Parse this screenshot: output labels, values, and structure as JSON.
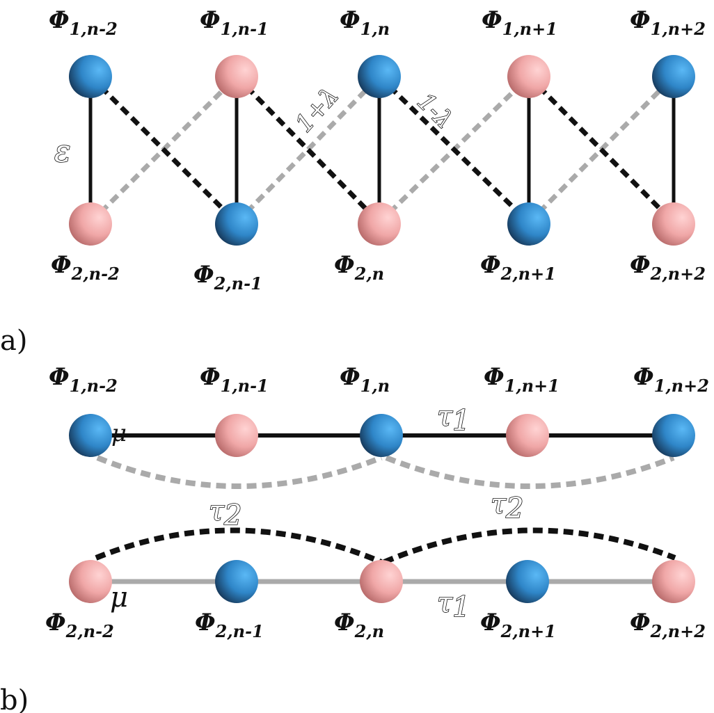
{
  "colors": {
    "blue_node": "#2f86c8",
    "pink_node": "#f0a7a7",
    "black_edge": "#111111",
    "gray_edge": "#aaaaaa"
  },
  "panel_a": {
    "label": "a)",
    "top_labels": [
      {
        "main": "Φ",
        "sub": "1,n-2"
      },
      {
        "main": "Φ",
        "sub": "1,n-1"
      },
      {
        "main": "Φ",
        "sub": "1,n"
      },
      {
        "main": "Φ",
        "sub": "1,n+1"
      },
      {
        "main": "Φ",
        "sub": "1,n+2"
      }
    ],
    "bottom_labels": [
      {
        "main": "Φ",
        "sub": "2,n-2"
      },
      {
        "main": "Φ",
        "sub": "2,n-1"
      },
      {
        "main": "Φ",
        "sub": "2,n"
      },
      {
        "main": "Φ",
        "sub": "2,n+1"
      },
      {
        "main": "Φ",
        "sub": "2,n+2"
      }
    ],
    "top_colors": [
      "blue",
      "pink",
      "blue",
      "pink",
      "blue"
    ],
    "bottom_colors": [
      "pink",
      "blue",
      "pink",
      "blue",
      "pink"
    ],
    "couplings": {
      "vertical": "ε",
      "diag_plus": "1+λ",
      "diag_minus": "1-λ"
    }
  },
  "panel_b": {
    "label": "b)",
    "top_labels": [
      {
        "main": "Φ",
        "sub": "1,n-2"
      },
      {
        "main": "Φ",
        "sub": "1,n-1"
      },
      {
        "main": "Φ",
        "sub": "1,n"
      },
      {
        "main": "Φ",
        "sub": "1,n+1"
      },
      {
        "main": "Φ",
        "sub": "1,n+2"
      }
    ],
    "bottom_labels": [
      {
        "main": "Φ",
        "sub": "2,n-2"
      },
      {
        "main": "Φ",
        "sub": "2,n-1"
      },
      {
        "main": "Φ",
        "sub": "2,n"
      },
      {
        "main": "Φ",
        "sub": "2,n+1"
      },
      {
        "main": "Φ",
        "sub": "2,n+2"
      }
    ],
    "top_colors": [
      "blue",
      "pink",
      "blue",
      "pink",
      "blue"
    ],
    "bottom_colors": [
      "pink",
      "blue",
      "pink",
      "blue",
      "pink"
    ],
    "couplings": {
      "mu_top": "μ",
      "tau1_top": "τ",
      "tau1_top_sub": "1",
      "tau2_left": "τ",
      "tau2_left_sub": "2",
      "tau2_right": "τ",
      "tau2_right_sub": "2",
      "mu_bottom": "μ",
      "tau1_bottom": "τ",
      "tau1_bottom_sub": "1"
    }
  }
}
